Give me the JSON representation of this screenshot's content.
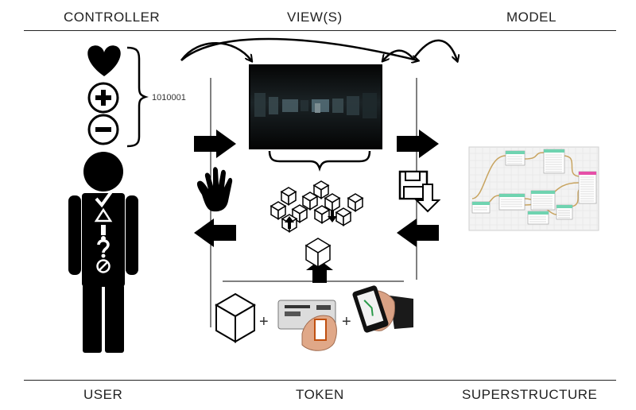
{
  "headers": {
    "top_left": "CONTROLLER",
    "top_center": "VIEW(S)",
    "top_right": "MODEL",
    "bottom_left": "USER",
    "bottom_center": "TOKEN",
    "bottom_right": "SUPERSTRUCTURE"
  },
  "binary_code": "1010001",
  "plus_signs": [
    "+",
    "+"
  ],
  "user_symbols": [
    "check-mark",
    "triangle",
    "exclamation",
    "question",
    "prohibition"
  ],
  "controller_icons": [
    "heart-icon",
    "plus-icon",
    "minus-icon"
  ],
  "colors": {
    "ink": "#000000",
    "rule": "#222222",
    "node_green": "#6fd3b0",
    "node_pink": "#e64fa8",
    "wire_tan": "#c8a460"
  }
}
